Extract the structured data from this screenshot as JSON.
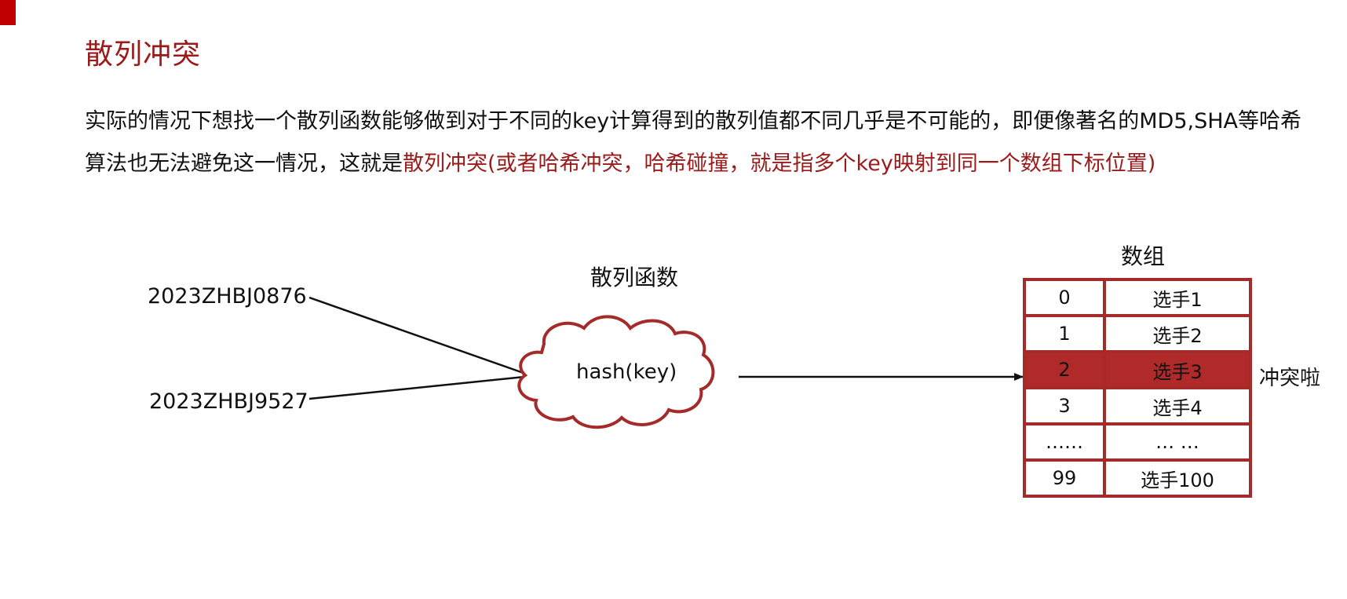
{
  "slide": {
    "title": "散列冲突",
    "para_intro": "实际的情况下想找一个散列函数能够做到对于不同的key计算得到的散列值都不同几乎是不可能的，即便像著名的MD5,SHA等哈希算法也无法避免这一情况，这就是",
    "para_highlight": "散列冲突(或者哈希冲突，哈希碰撞，就是指多个key映射到同一个数组下标位置)"
  },
  "diagram": {
    "keys": [
      "2023ZHBJ0876",
      "2023ZHBJ9527"
    ],
    "hash_function_label": "散列函数",
    "cloud_text": "hash(key)",
    "array_label": "数组",
    "rows": [
      {
        "index": "0",
        "value": "选手1"
      },
      {
        "index": "1",
        "value": "选手2"
      },
      {
        "index": "2",
        "value": "选手3"
      },
      {
        "index": "3",
        "value": "选手4"
      },
      {
        "index": "……",
        "value": "… …"
      },
      {
        "index": "99",
        "value": "选手100"
      }
    ],
    "collision_row": 2,
    "collision_label": "冲突啦"
  },
  "colors": {
    "accent": "#9b1b1b",
    "table_border": "#a52a2a",
    "collision_fill": "#b02a2a"
  }
}
